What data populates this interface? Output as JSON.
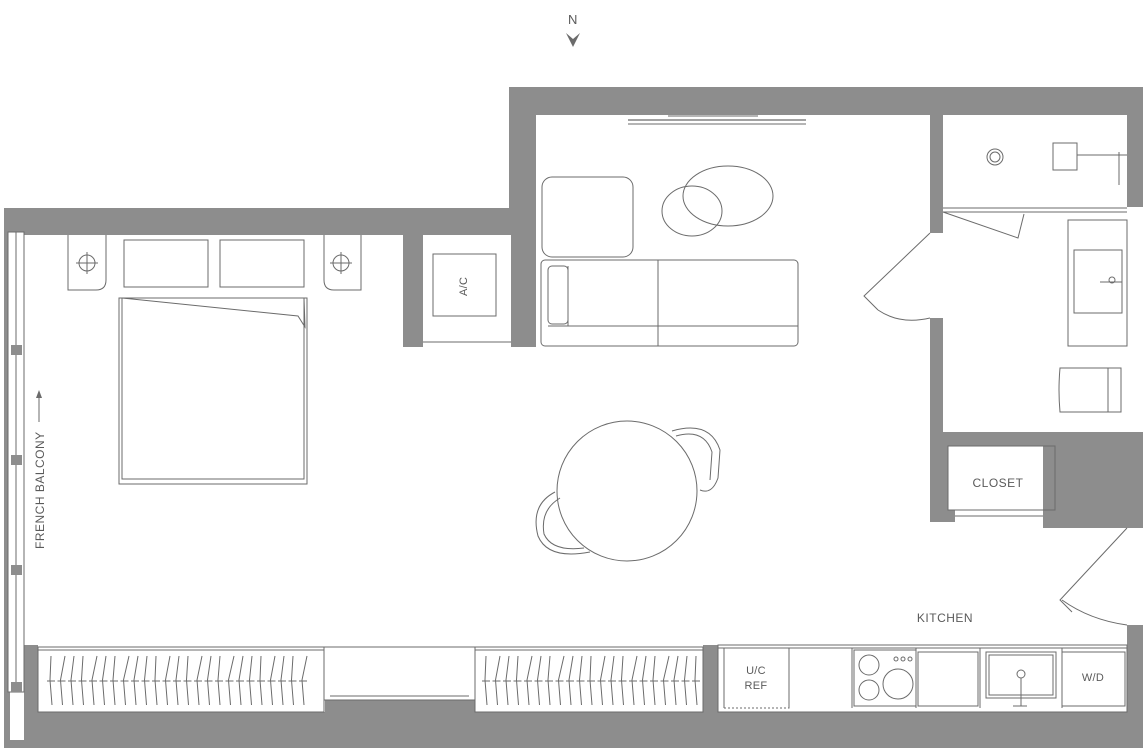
{
  "compass": {
    "label": "N"
  },
  "rooms": {
    "ac": "A/C",
    "closet": "CLOSET",
    "kitchen": "KITCHEN",
    "fridge_line1": "U/C",
    "fridge_line2": "REF",
    "washer_dryer": "W/D",
    "balcony": "FRENCH BALCONY"
  },
  "colors": {
    "wall": "#8d8d8d",
    "line": "#6b6b6b",
    "text": "#5a5a5a",
    "background": "#ffffff"
  }
}
